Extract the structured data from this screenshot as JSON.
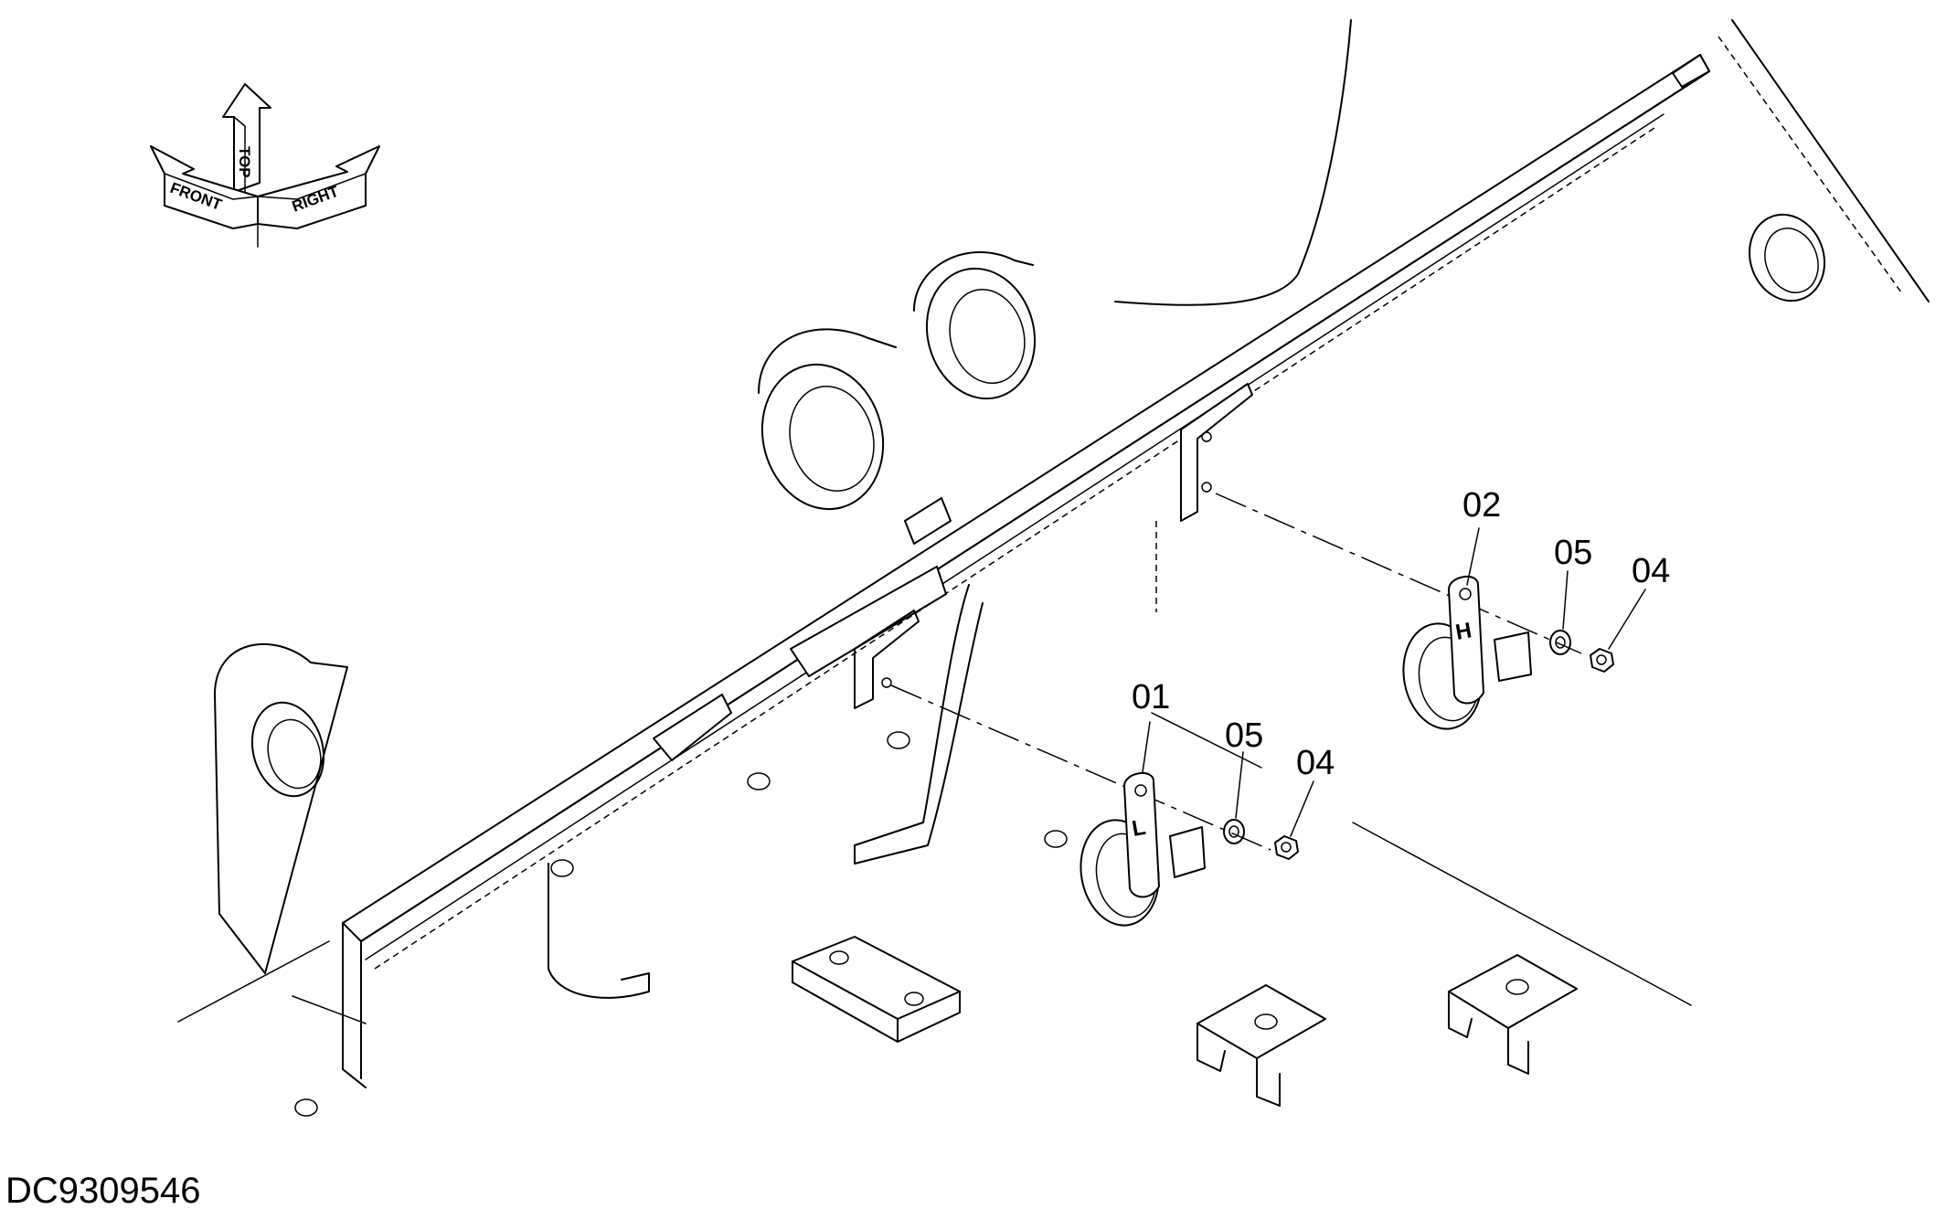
{
  "drawing_number": "DC9309546",
  "compass": {
    "front": "FRONT",
    "top": "TOP",
    "right": "RIGHT"
  },
  "callouts": {
    "c01": "01",
    "c02": "02",
    "c04a": "04",
    "c04b": "04",
    "c05a": "05",
    "c05b": "05"
  },
  "horn_marks": {
    "low": "L",
    "high": "H"
  }
}
